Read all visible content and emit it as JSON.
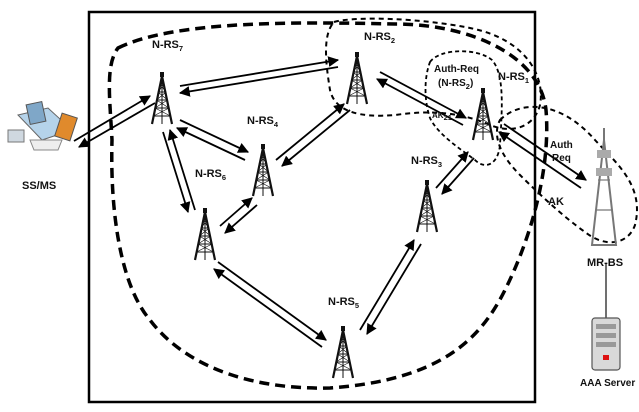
{
  "nodes": {
    "ss_ms": "SS/MS",
    "nrs7": {
      "base": "N-RS",
      "sub": "7"
    },
    "nrs2": {
      "base": "N-RS",
      "sub": "2"
    },
    "nrs1": {
      "base": "N-RS",
      "sub": "1"
    },
    "nrs4": {
      "base": "N-RS",
      "sub": "4"
    },
    "nrs3": {
      "base": "N-RS",
      "sub": "3"
    },
    "nrs6": {
      "base": "N-RS",
      "sub": "6"
    },
    "nrs5": {
      "base": "N-RS",
      "sub": "5"
    },
    "mr_bs": "MR-BS",
    "aaa": "AAA Server"
  },
  "annotations": {
    "auth_req_top": "Auth-Req",
    "auth_req_node_open": "(N-RS",
    "auth_req_node_sub": "2",
    "auth_req_node_close": ")",
    "ak21_base": "AK",
    "ak21_sub": "21",
    "auth_side_1": "Auth",
    "auth_side_2": "Req",
    "ak_side": "AK"
  }
}
